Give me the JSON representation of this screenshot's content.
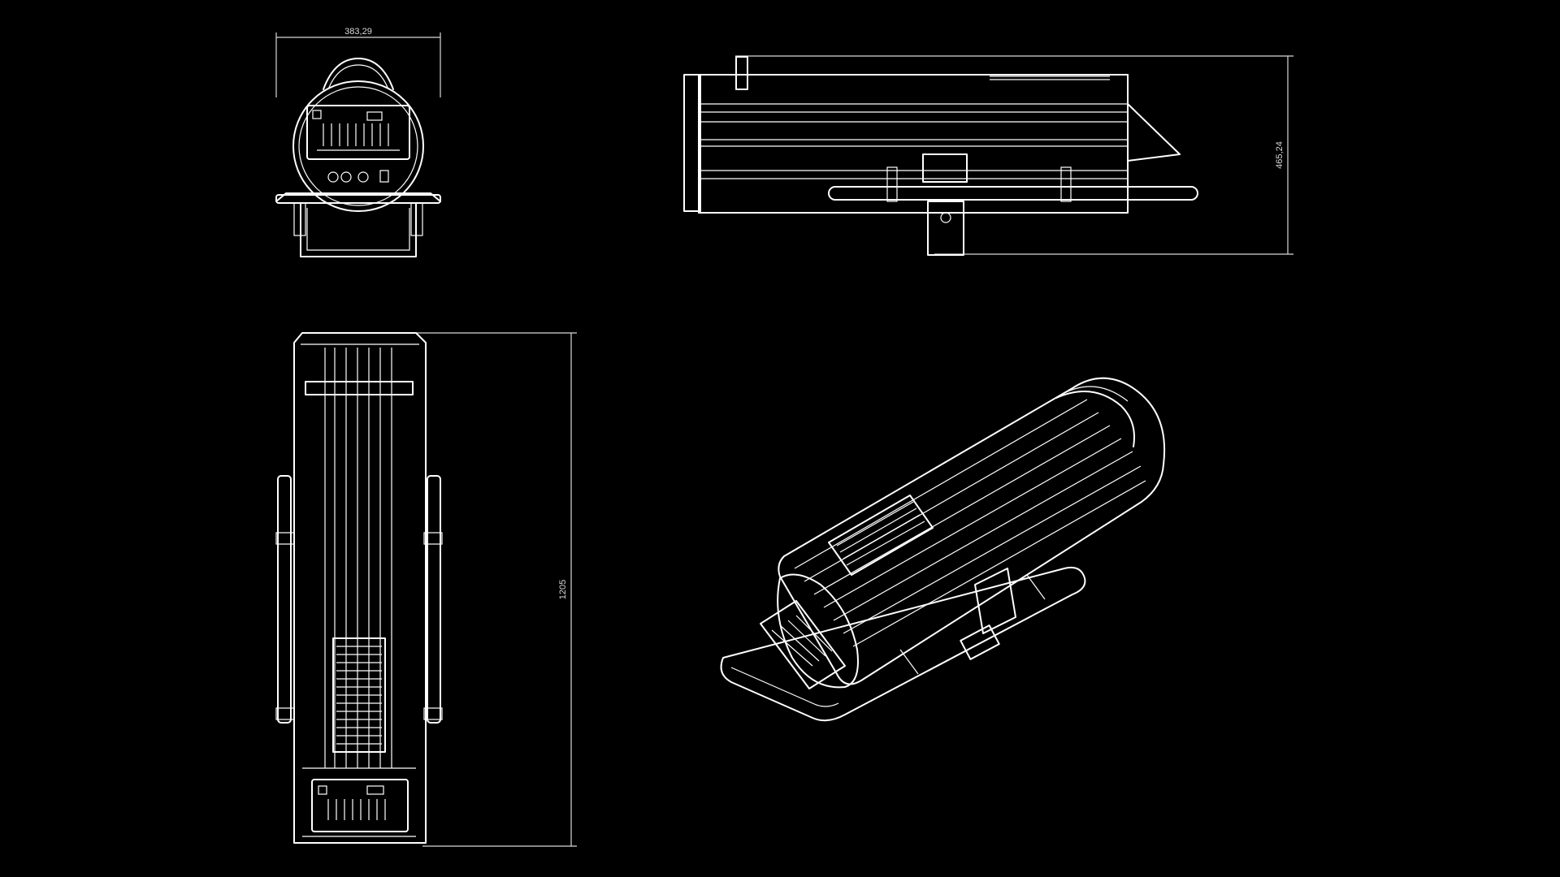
{
  "drawing": {
    "background": "#000000",
    "line_color": "#ffffff",
    "dimensions": {
      "width": "383,29",
      "height": "465,24",
      "length": "1205"
    }
  }
}
